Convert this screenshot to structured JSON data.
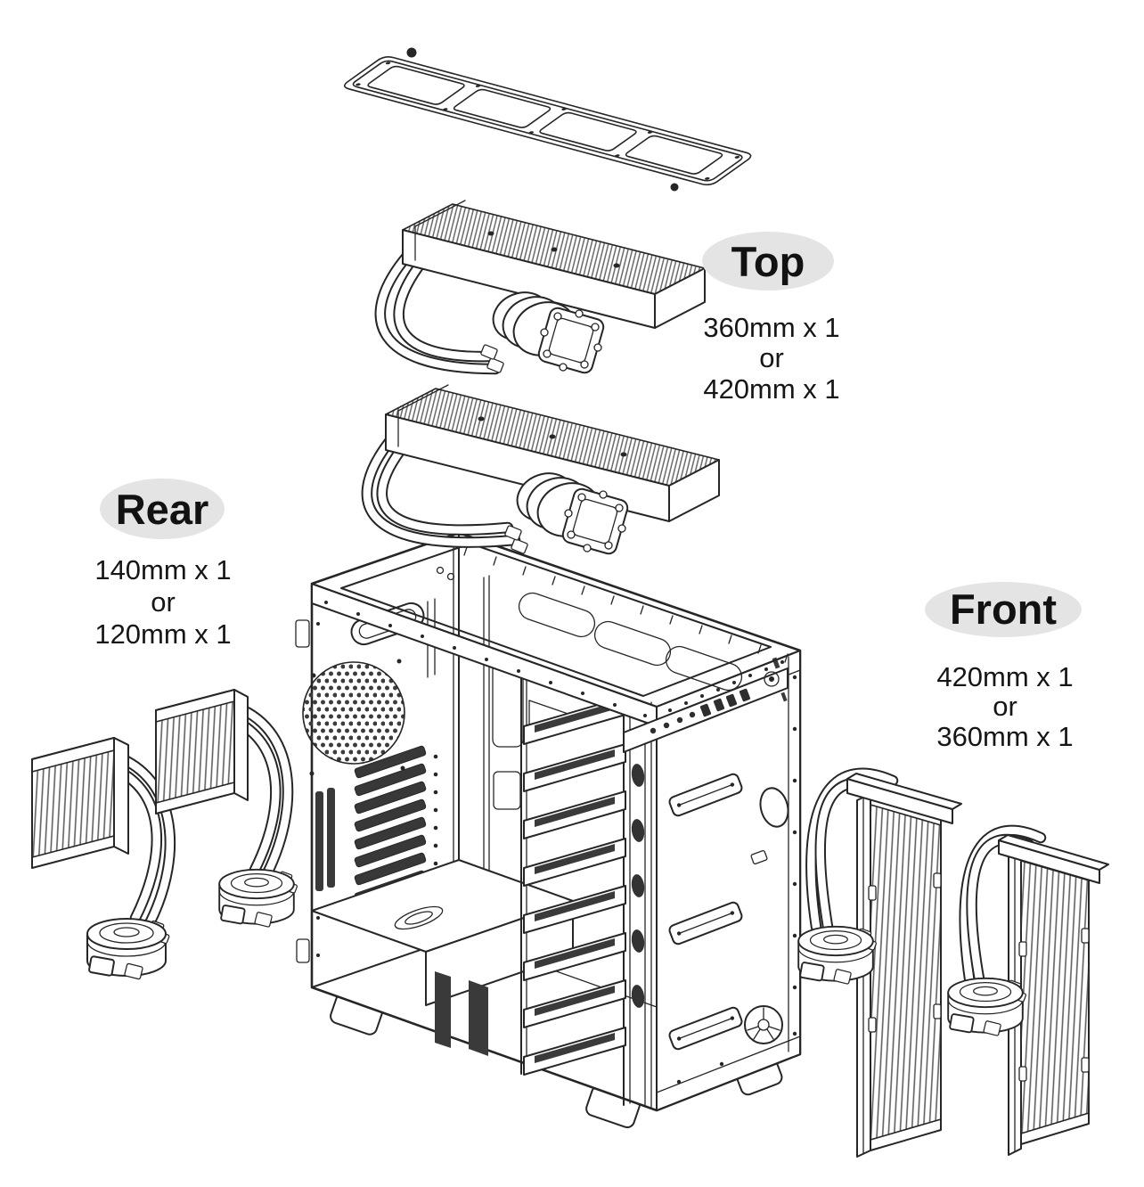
{
  "diagram": {
    "mounts": {
      "top": {
        "label": "Top",
        "options": [
          "360mm x 1",
          "or",
          "420mm x 1"
        ]
      },
      "rear": {
        "label": "Rear",
        "options": [
          "140mm x 1",
          "or",
          "120mm x 1"
        ]
      },
      "front": {
        "label": "Front",
        "options": [
          "420mm x 1",
          "or",
          "360mm x 1"
        ]
      }
    },
    "colors": {
      "background": "#ffffff",
      "line": "#262626",
      "badge_fill": "#e4e4e4",
      "text": "#121212"
    }
  }
}
